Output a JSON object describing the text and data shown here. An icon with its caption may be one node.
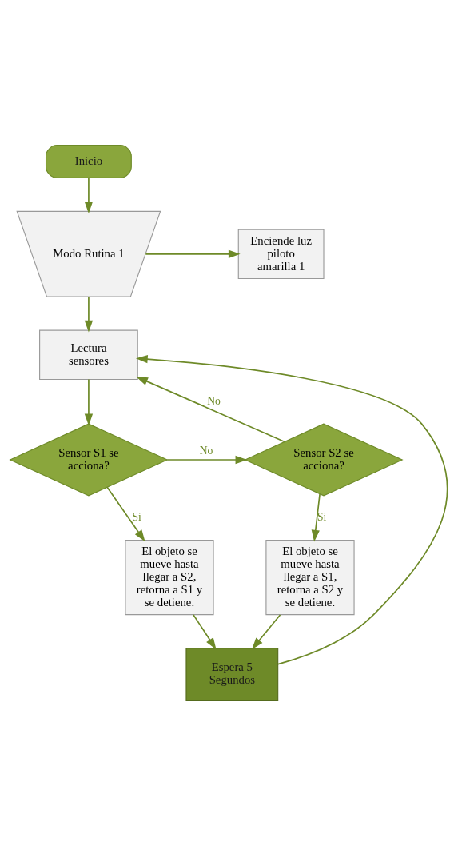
{
  "diagram": {
    "nodes": [
      {
        "text": [
          "Inicio"
        ]
      },
      {
        "text": [
          "Modo Rutina 1"
        ]
      },
      {
        "text": [
          "Enciende luz piloto amarilla 1"
        ]
      },
      {
        "text": [
          "Lectura sensores"
        ]
      },
      {
        "text": [
          "Sensor S1 se acciona?"
        ]
      },
      {
        "text": [
          "Sensor S2 se acciona?"
        ]
      },
      {
        "text": [
          "El objeto se mueve hasta llegar a S2, retorna a S1 y se detiene."
        ]
      },
      {
        "text": [
          "El objeto se mueve hasta llegar a S1, retorna a S2 y se detiene."
        ]
      },
      {
        "text": [
          "Espera 5 Segundos"
        ]
      }
    ],
    "edges": [
      {
        "from": 0,
        "to": 1,
        "arrow": "to"
      },
      {
        "from": 1,
        "to": 2,
        "arrow": "to"
      },
      {
        "from": 1,
        "to": 3,
        "arrow": "to"
      },
      {
        "from": 3,
        "to": 4,
        "arrow": "to"
      },
      {
        "from": 4,
        "to": 5,
        "arrow": "to",
        "label": "No"
      },
      {
        "from": 5,
        "to": 3,
        "arrow": "to",
        "label": "No"
      },
      {
        "from": 4,
        "to": 6,
        "arrow": "to",
        "label": "Si"
      },
      {
        "from": 5,
        "to": 7,
        "arrow": "to",
        "label": "Si"
      },
      {
        "from": 6,
        "to": 8,
        "arrow": "to"
      },
      {
        "from": 7,
        "to": 8,
        "arrow": "to"
      },
      {
        "from": 8,
        "to": 3,
        "arrow": "to"
      }
    ]
  }
}
